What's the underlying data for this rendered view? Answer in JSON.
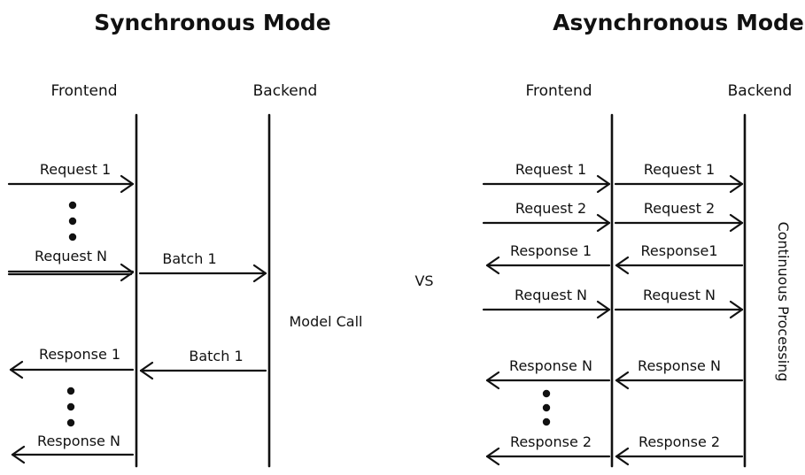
{
  "sync": {
    "title": "Synchronous Mode",
    "frontend_label": "Frontend",
    "backend_label": "Backend",
    "requests": {
      "first": "Request 1",
      "last": "Request N"
    },
    "batch_out": "Batch 1",
    "model_call": "Model Call",
    "batch_in": "Batch 1",
    "responses": {
      "first": "Response 1",
      "last": "Response N"
    }
  },
  "vs_label": "VS",
  "async": {
    "title": "Asynchronous Mode",
    "frontend_label": "Frontend",
    "backend_label": "Backend",
    "processing_label": "Continuous Processing",
    "rows": [
      {
        "left": "Request 1",
        "right": "Request 1",
        "direction": "to-backend"
      },
      {
        "left": "Request 2",
        "right": "Request 2",
        "direction": "to-backend"
      },
      {
        "left": "Response 1",
        "right": "Response1",
        "direction": "to-frontend"
      },
      {
        "left": "Request N",
        "right": "Request N",
        "direction": "to-backend"
      },
      {
        "left": "Response N",
        "right": "Response N",
        "direction": "to-frontend"
      },
      {
        "left": "Response 2",
        "right": "Response 2",
        "direction": "to-frontend"
      }
    ]
  }
}
